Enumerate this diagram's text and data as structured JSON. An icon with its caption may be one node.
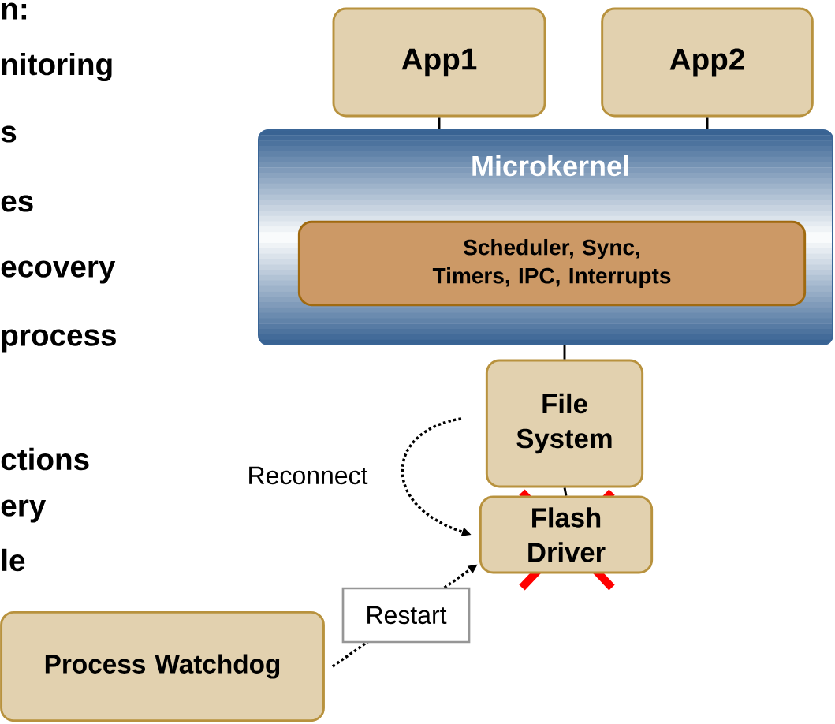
{
  "diagram": {
    "nodes": [
      {
        "text": [
          "App1"
        ]
      },
      {
        "text": [
          "App2"
        ]
      },
      {
        "text": [
          "Microkernel"
        ]
      },
      {
        "text": [
          "Scheduler, Sync, Timers, IPC, Interrupts"
        ],
        "in": 2
      },
      {
        "text": [
          "File System"
        ]
      },
      {
        "text": [
          "Flash Driver"
        ]
      },
      {
        "text": [
          "Process Watchdog"
        ]
      }
    ],
    "edges": [
      {
        "from": 0,
        "to": 2,
        "arrow": "none"
      },
      {
        "from": 1,
        "to": 2,
        "arrow": "none"
      },
      {
        "from": 2,
        "to": 4,
        "arrow": "none"
      },
      {
        "from": 4,
        "to": 5,
        "arrow": "none"
      },
      {
        "from": null,
        "to": 5,
        "arrow": "to",
        "label": "Reconnect",
        "style": "dashed"
      },
      {
        "from": 6,
        "to": 5,
        "arrow": "to",
        "label": "Restart",
        "style": "dashed"
      }
    ],
    "labels": [
      "n:",
      "nitoring",
      "s",
      "es",
      "ecovery",
      "process",
      "ctions",
      "ery",
      "le"
    ]
  }
}
